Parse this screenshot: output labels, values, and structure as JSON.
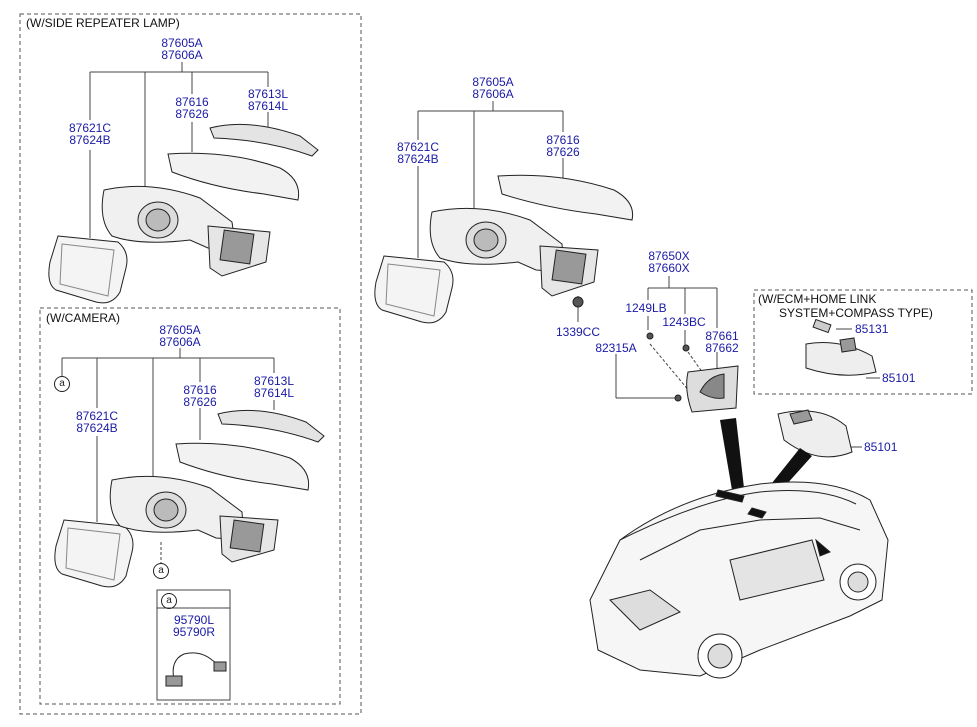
{
  "sections": {
    "side_repeater": "(W/SIDE REPEATER LAMP)",
    "camera": "(W/CAMERA)",
    "ecm_line1": "(W/ECM+HOME LINK",
    "ecm_line2": "SYSTEM+COMPASS TYPE)"
  },
  "labels": {
    "a_87605A": "87605A",
    "a_87606A": "87606A",
    "a_87616": "87616",
    "a_87626": "87626",
    "a_87613L": "87613L",
    "a_87614L": "87614L",
    "a_87621C": "87621C",
    "a_87624B": "87624B",
    "b_87605A": "87605A",
    "b_87606A": "87606A",
    "b_87616": "87616",
    "b_87626": "87626",
    "b_87613L": "87613L",
    "b_87614L": "87614L",
    "b_87621C": "87621C",
    "b_87624B": "87624B",
    "b_95790L": "95790L",
    "b_95790R": "95790R",
    "c_87605A": "87605A",
    "c_87606A": "87606A",
    "c_87616": "87616",
    "c_87626": "87626",
    "c_87621C": "87621C",
    "c_87624B": "87624B",
    "c_1339CC": "1339CC",
    "d_87650X": "87650X",
    "d_87660X": "87660X",
    "d_1249LB": "1249LB",
    "d_1243BC": "1243BC",
    "d_87661": "87661",
    "d_87662": "87662",
    "d_82315A": "82315A",
    "e_85131": "85131",
    "e_85101": "85101",
    "f_85101": "85101"
  },
  "callout": "a"
}
